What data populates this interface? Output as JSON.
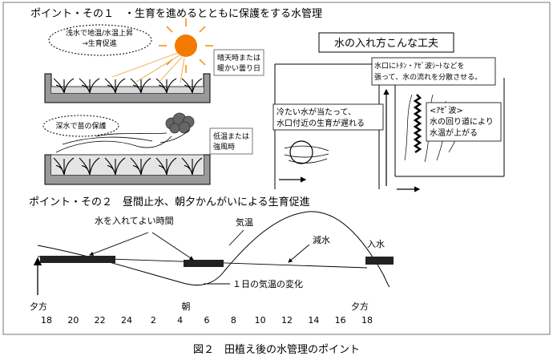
{
  "figure": {
    "caption": "図２　田植え後の水管理のポイント"
  },
  "point1": {
    "title": "ポイント・その１　・生育を進めるとともに保護をする水管理",
    "top_cloud_label": "浅水で地温/水温上昇\n→生育促進",
    "top_note": "晴天時または\n暖かい曇り日",
    "bottom_cloud_label": "深水で苗の保護",
    "bottom_note": "低温または\n強風時"
  },
  "water_inlet": {
    "title": "水の入れ方こんな工夫",
    "left_callout": "冷たい水が当たって、\n水口付近の生育が遅れる",
    "right_callout": "水口にﾄﾀﾝ・ｱｾﾞ波ｼｰﾄなどを\n張って、水の流れを分散させる。",
    "aze_label": "<ｱｾﾞ波>\n水の回り道により\n水温が上がる"
  },
  "point2": {
    "title": "ポイント・その２　昼間止水、朝夕かんがいによる生育促進",
    "label_water_time": "水を入れてよい時間",
    "label_air_temp": "気温",
    "label_reduce": "減水",
    "label_inflow": "入水",
    "label_temp_change": "１日の気温の変化",
    "label_evening_left": "夕方",
    "label_morning": "朝",
    "label_evening_right": "夕方",
    "hour_ticks": [
      "18",
      "20",
      "22",
      "24",
      "2",
      "4",
      "6",
      "8",
      "10",
      "12",
      "14",
      "16",
      "18"
    ]
  }
}
